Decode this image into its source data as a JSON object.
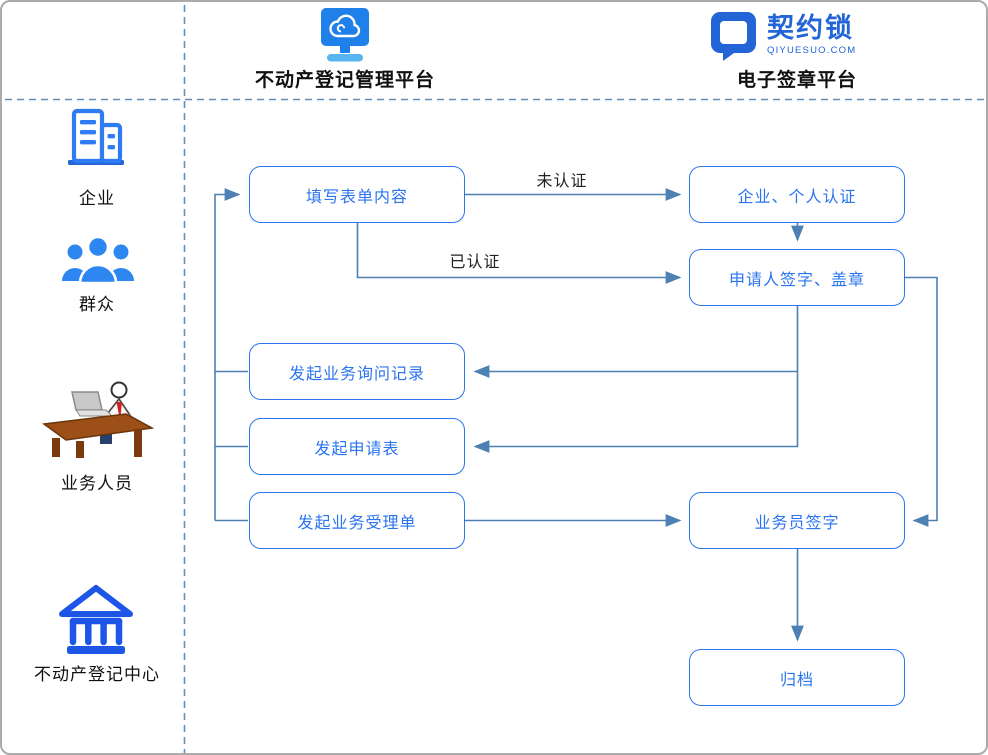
{
  "header": {
    "left_platform": {
      "title": "不动产登记管理平台",
      "icon": "cloud-monitor-icon"
    },
    "right_platform": {
      "title": "电子签章平台",
      "logo_name": "契约锁",
      "logo_domain": "QIYUESUO.COM",
      "icon": "qiyuesuo-logo"
    }
  },
  "sidebar": {
    "actors": [
      {
        "label": "企业",
        "icon": "office-building-icon"
      },
      {
        "label": "群众",
        "icon": "people-group-icon"
      },
      {
        "label": "业务人员",
        "icon": "clerk-at-desk-icon"
      },
      {
        "label": "不动产登记中心",
        "icon": "bank-building-icon"
      }
    ]
  },
  "flow": {
    "nodes": [
      {
        "id": "fill-form",
        "label": "填写表单内容"
      },
      {
        "id": "identity-auth",
        "label": "企业、个人认证"
      },
      {
        "id": "applicant-sign",
        "label": "申请人签字、盖章"
      },
      {
        "id": "inquiry-record",
        "label": "发起业务询问记录"
      },
      {
        "id": "application-form",
        "label": "发起申请表"
      },
      {
        "id": "acceptance-form",
        "label": "发起业务受理单"
      },
      {
        "id": "clerk-sign",
        "label": "业务员签字"
      },
      {
        "id": "archive",
        "label": "归档"
      }
    ],
    "edge_labels": [
      {
        "id": "unverified",
        "label": "未认证"
      },
      {
        "id": "verified",
        "label": "已认证"
      }
    ],
    "edges": [
      {
        "from": "fill-form",
        "to": "identity-auth",
        "label": "未认证"
      },
      {
        "from": "fill-form",
        "to": "applicant-sign",
        "label": "已认证"
      },
      {
        "from": "identity-auth",
        "to": "applicant-sign"
      },
      {
        "from": "applicant-sign",
        "to": "inquiry-record"
      },
      {
        "from": "applicant-sign",
        "to": "application-form"
      },
      {
        "from": "applicant-sign",
        "to": "clerk-sign"
      },
      {
        "from": "acceptance-form",
        "to": "clerk-sign"
      },
      {
        "from": "inquiry-record",
        "to": "fill-form"
      },
      {
        "from": "application-form",
        "to": "fill-form"
      },
      {
        "from": "acceptance-form",
        "to": "fill-form"
      },
      {
        "from": "clerk-sign",
        "to": "archive"
      }
    ]
  },
  "colors": {
    "node_border": "#2b74f0",
    "node_text": "#2b74f0",
    "connector": "#4d80b3",
    "dashed_divider": "#628eb8",
    "outer_border": "#ababab",
    "logo_blue": "#2365d6",
    "monitor_blue": "#1e80e8",
    "monitor_base_blue": "#56b4ef",
    "enterprise_icon_blue": "#2e7bf3",
    "people_icon_blue": "#2e86f0",
    "bank_icon_blue": "#1d55e6",
    "desk_brown": "#9c4f16",
    "tie_red": "#d21f1f",
    "label_text": "#111111"
  }
}
